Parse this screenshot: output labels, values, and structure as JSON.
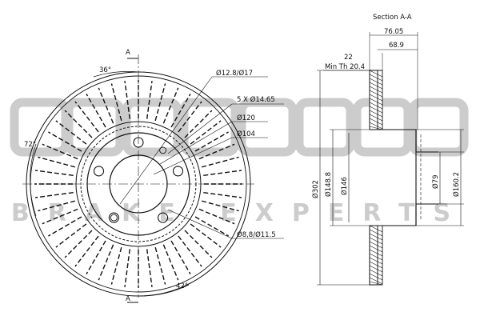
{
  "watermark": {
    "brand": "akebono",
    "tagline": "BRAKE EXPERTS"
  },
  "section": {
    "title": "Section A-A",
    "section_mark": "A",
    "dims": {
      "overall_height": "76.05",
      "hat_depth": "68.9",
      "thickness": "22",
      "min_thickness": "Min Th 20.4",
      "outer_dia": "Ø302",
      "dia_148": "Ø148.8",
      "dia_146": "Ø146",
      "dia_79": "Ø79",
      "dia_160": "Ø160.2"
    }
  },
  "front_view": {
    "angle_top": "36°",
    "angle_left": "72°",
    "angle_bottom": "42°",
    "hole_small": "Ø12.8/Ø17",
    "bolt_holes": "5 X Ø14.65",
    "pcd": "Ø120",
    "center_bore": "Ø104",
    "thread_hole": "Ø8,8/Ø11.5"
  }
}
